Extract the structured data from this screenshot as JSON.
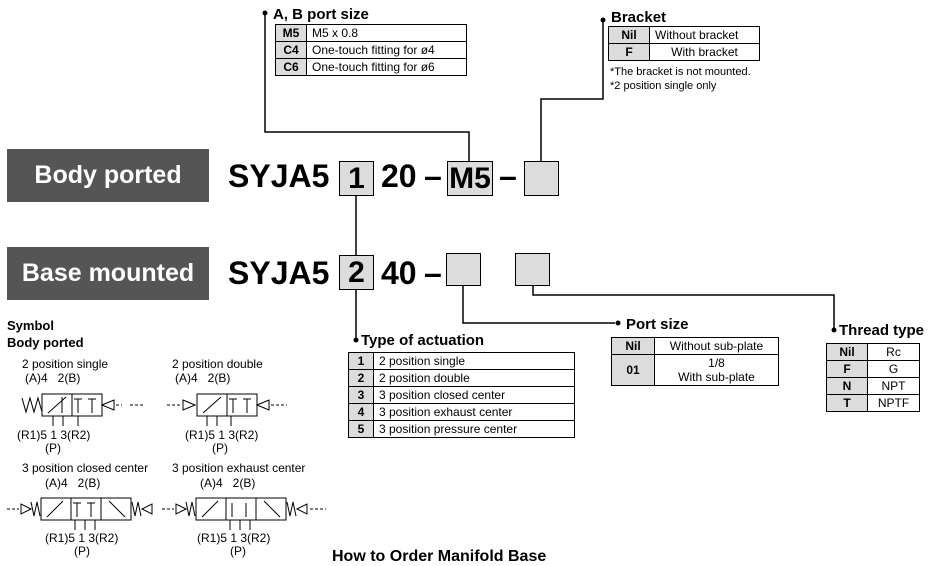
{
  "ab_port": {
    "heading": "A, B port size",
    "rows": [
      {
        "code": "M5",
        "desc": "M5 x 0.8"
      },
      {
        "code": "C4",
        "desc": "One-touch fitting for ø4"
      },
      {
        "code": "C6",
        "desc": "One-touch fitting for ø6"
      }
    ]
  },
  "bracket": {
    "heading": "Bracket",
    "rows": [
      {
        "code": "Nil",
        "desc": "Without bracket"
      },
      {
        "code": "F",
        "desc": "With bracket"
      }
    ],
    "notes": [
      "*The bracket is not mounted.",
      "*2 position single only"
    ]
  },
  "body_ported": {
    "label": "Body ported",
    "model": "SYJA5",
    "digit": "1",
    "suffix": "20",
    "dash": "–",
    "port_code": "M5"
  },
  "base_mounted": {
    "label": "Base mounted",
    "model": "SYJA5",
    "digit": "2",
    "suffix": "40",
    "dash": "–"
  },
  "actuation": {
    "heading": "Type of actuation",
    "rows": [
      {
        "code": "1",
        "desc": "2 position single"
      },
      {
        "code": "2",
        "desc": "2 position double"
      },
      {
        "code": "3",
        "desc": "3 position closed center"
      },
      {
        "code": "4",
        "desc": "3 position exhaust center"
      },
      {
        "code": "5",
        "desc": "3 position pressure center"
      }
    ]
  },
  "port_size": {
    "heading": "Port size",
    "rows": [
      {
        "code": "Nil",
        "desc": "Without sub-plate"
      },
      {
        "code": "01",
        "desc1": "1/8",
        "desc2": "With sub-plate"
      }
    ]
  },
  "thread": {
    "heading": "Thread type",
    "rows": [
      {
        "code": "Nil",
        "desc": "Rc"
      },
      {
        "code": "F",
        "desc": "G"
      },
      {
        "code": "N",
        "desc": "NPT"
      },
      {
        "code": "T",
        "desc": "NPTF"
      }
    ]
  },
  "symbol": {
    "title": "Symbol",
    "subtitle": "Body ported",
    "items": [
      {
        "title": "2 position single",
        "top": "(A)4   2(B)",
        "bottom": "(R1)5 1 3(R2)",
        "p": "(P)"
      },
      {
        "title": "2 position double",
        "top": "(A)4   2(B)",
        "bottom": "(R1)5 1 3(R2)",
        "p": "(P)"
      },
      {
        "title": "3 position closed center",
        "top": "(A)4   2(B)",
        "bottom": "(R1)5 1 3(R2)",
        "p": "(P)"
      },
      {
        "title": "3 position exhaust center",
        "top": "(A)4   2(B)",
        "bottom": "(R1)5 1 3(R2)",
        "p": "(P)"
      }
    ]
  },
  "footer_title": "How to Order Manifold Base"
}
